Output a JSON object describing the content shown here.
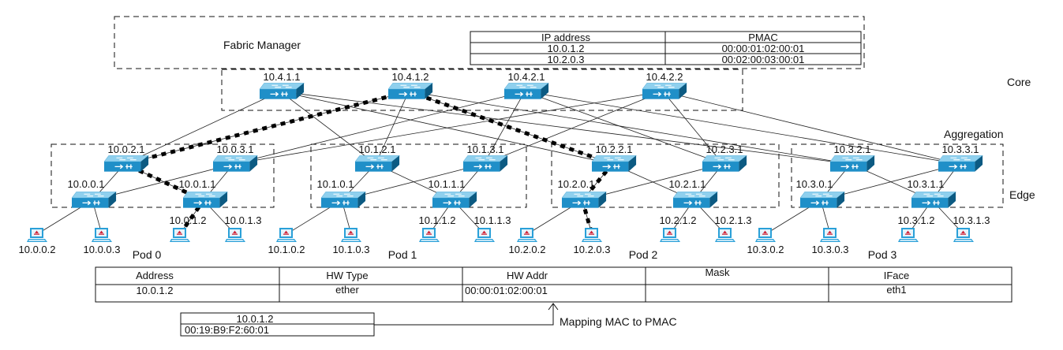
{
  "fabric_manager": {
    "title": "Fabric Manager",
    "table": {
      "headers": [
        "IP address",
        "PMAC"
      ],
      "rows": [
        [
          "10.0.1.2",
          "00:00:01:02:00:01"
        ],
        [
          "10.2.0.3",
          "00:02:00:03:00:01"
        ]
      ]
    }
  },
  "layers": {
    "core": "Core",
    "aggregation": "Aggregation",
    "edge": "Edge"
  },
  "core_switches": [
    "10.4.1.1",
    "10.4.1.2",
    "10.4.2.1",
    "10.4.2.2"
  ],
  "pods": [
    {
      "label": "Pod 0",
      "aggregation": [
        "10.0.2.1",
        "10.0.3.1"
      ],
      "edge": [
        "10.0.0.1",
        "10.0.1.1"
      ],
      "hosts": [
        "10.0.0.2",
        "10.0.0.3",
        "10.0.1.2",
        "10.0.1.3"
      ]
    },
    {
      "label": "Pod 1",
      "aggregation": [
        "10.1.2.1",
        "10.1.3.1"
      ],
      "edge": [
        "10.1.0.1",
        "10.1.1.1"
      ],
      "hosts": [
        "10.1.0.2",
        "10.1.0.3",
        "10.1.1.2",
        "10.1.1.3"
      ]
    },
    {
      "label": "Pod 2",
      "aggregation": [
        "10.2.2.1",
        "10.2.3.1"
      ],
      "edge": [
        "10.2.0.1",
        "10.2.1.1"
      ],
      "hosts": [
        "10.2.0.2",
        "10.2.0.3",
        "10.2.1.2",
        "10.2.1.3"
      ]
    },
    {
      "label": "Pod 3",
      "aggregation": [
        "10.3.2.1",
        "10.3.3.1"
      ],
      "edge": [
        "10.3.0.1",
        "10.3.1.1"
      ],
      "hosts": [
        "10.3.0.2",
        "10.3.0.3",
        "10.3.1.2",
        "10.3.1.3"
      ]
    }
  ],
  "highlighted_path": [
    "10.0.1.2",
    "10.0.1.1",
    "10.0.2.1",
    "10.4.1.2",
    "10.2.2.1",
    "10.2.0.1",
    "10.2.0.3"
  ],
  "arp_table": {
    "headers": [
      "Address",
      "HW Type",
      "HW Addr",
      "Mask",
      "IFace"
    ],
    "rows": [
      [
        "10.0.1.2",
        "ether",
        "00:00:01:02:00:01",
        "",
        "eth1"
      ]
    ]
  },
  "host_entry": {
    "ip": "10.0.1.2",
    "mac": "00:19:B9:F2:60:01"
  },
  "mapping_label": "Mapping MAC to PMAC",
  "colors": {
    "switch_top": "#8fd0ee",
    "switch_front": "#1f8fc8",
    "switch_side": "#0c5a82",
    "host_screen": "#2aa0d8",
    "host_alert": "#d0263a",
    "link": "#222222",
    "path": "#000000"
  }
}
